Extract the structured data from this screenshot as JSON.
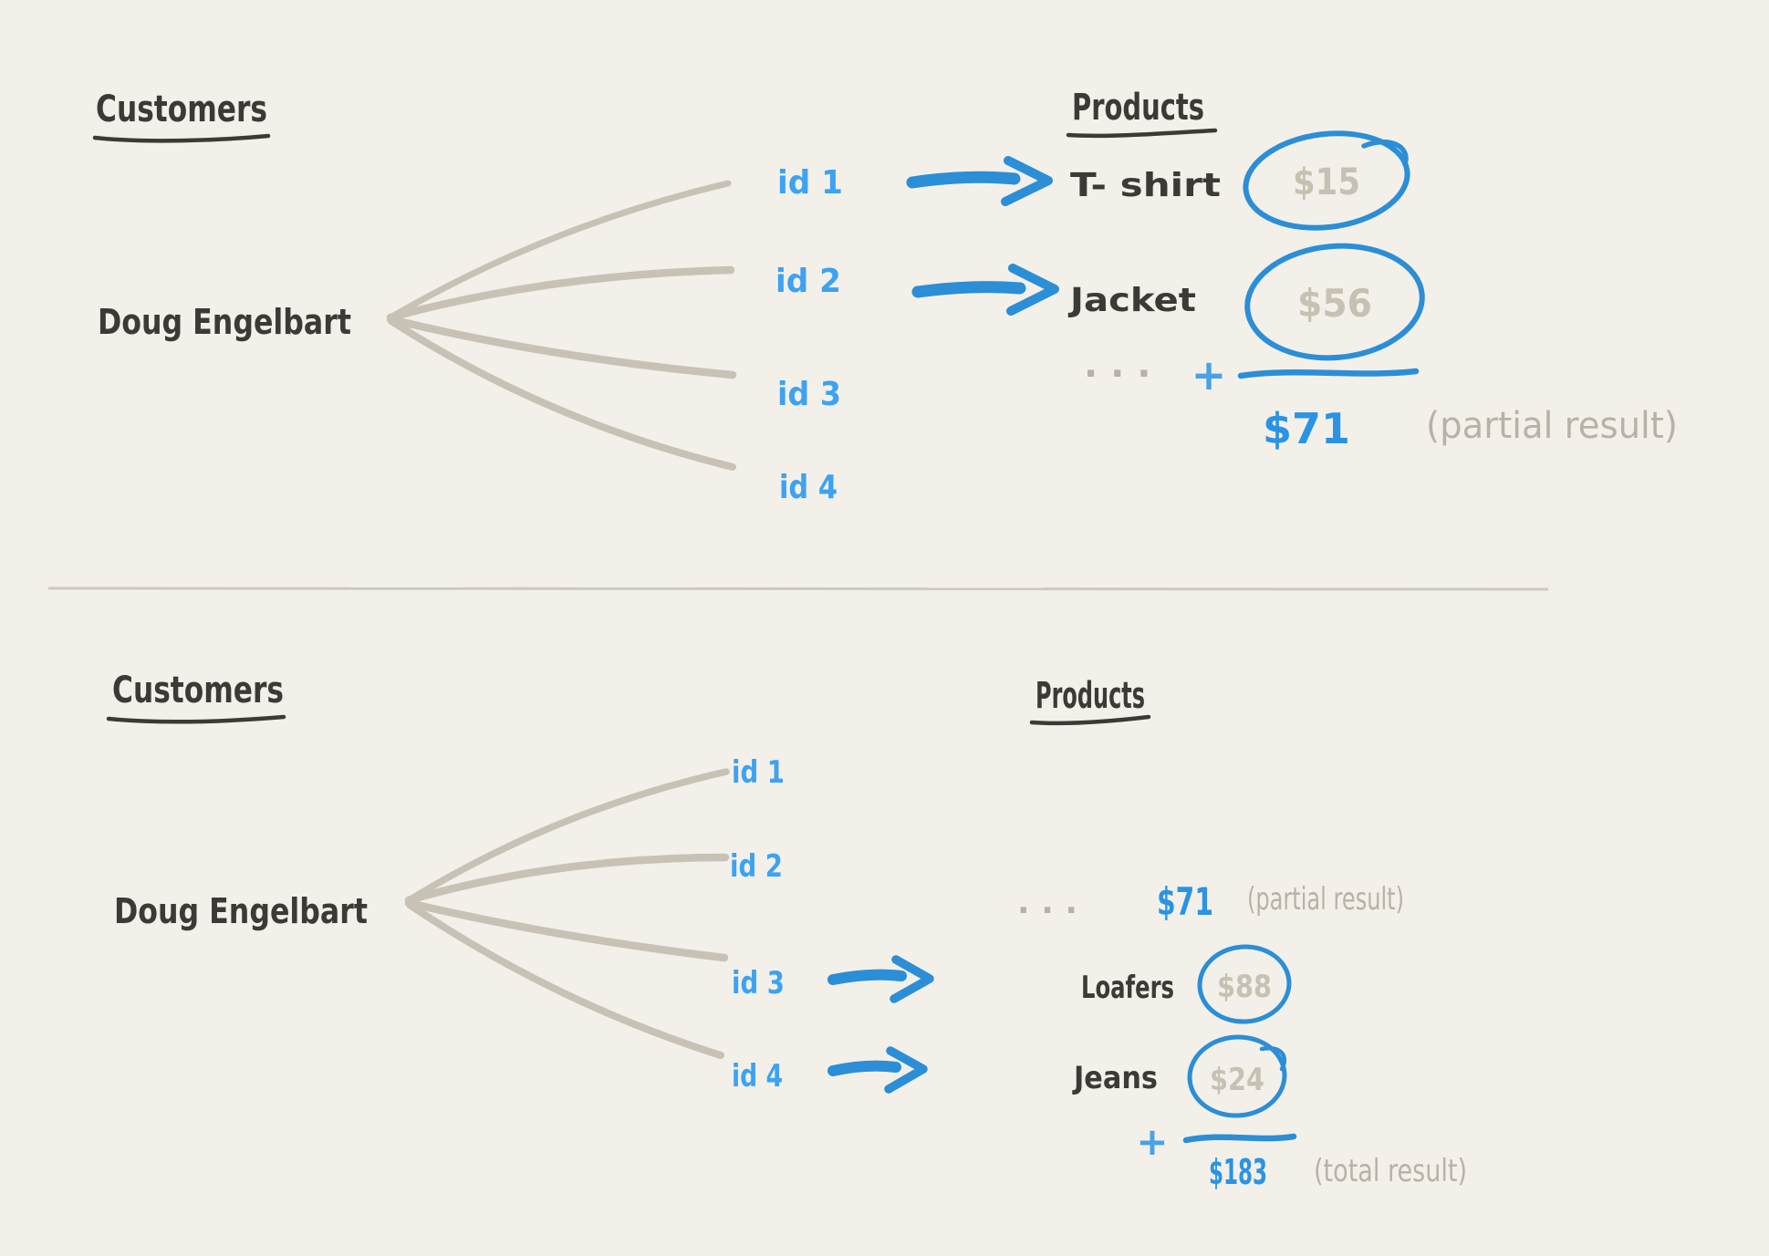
{
  "palette": {
    "background": "#f2f0e9",
    "ink": "#3b3a36",
    "fan_gray": "#c8c2b6",
    "gray_text": "#b8b2a6",
    "price_gray": "#c7c1b4",
    "blue_id": "#3da2f2",
    "blue_stroke": "#2b8ed6",
    "blue_sum": "#2b93e4",
    "blue_plus": "#4aa2e6",
    "divider": "#cdc9be"
  },
  "top": {
    "customers_heading": "Customers",
    "customer_name": "Doug Engelbart",
    "products_heading": "Products",
    "ids": [
      "id 1",
      "id 2",
      "id 3",
      "id 4"
    ],
    "rows": [
      {
        "id": "id 1",
        "product": "T- shirt",
        "price": "$15"
      },
      {
        "id": "id 2",
        "product": "Jacket",
        "price": "$56"
      }
    ],
    "ellipsis": ". . .",
    "plus": "+",
    "sum": "$71",
    "note": "(partial result)"
  },
  "bottom": {
    "customers_heading": "Customers",
    "customer_name": "Doug Engelbart",
    "products_heading": "Products",
    "ids": [
      "id 1",
      "id 2",
      "id 3",
      "id 4"
    ],
    "carry": {
      "ellipsis": ". . .",
      "value": "$71",
      "note": "(partial result)"
    },
    "rows": [
      {
        "id": "id 3",
        "product": "Loafers",
        "price": "$88"
      },
      {
        "id": "id 4",
        "product": "Jeans",
        "price": "$24"
      }
    ],
    "plus": "+",
    "sum": "$183",
    "note": "(total result)"
  }
}
